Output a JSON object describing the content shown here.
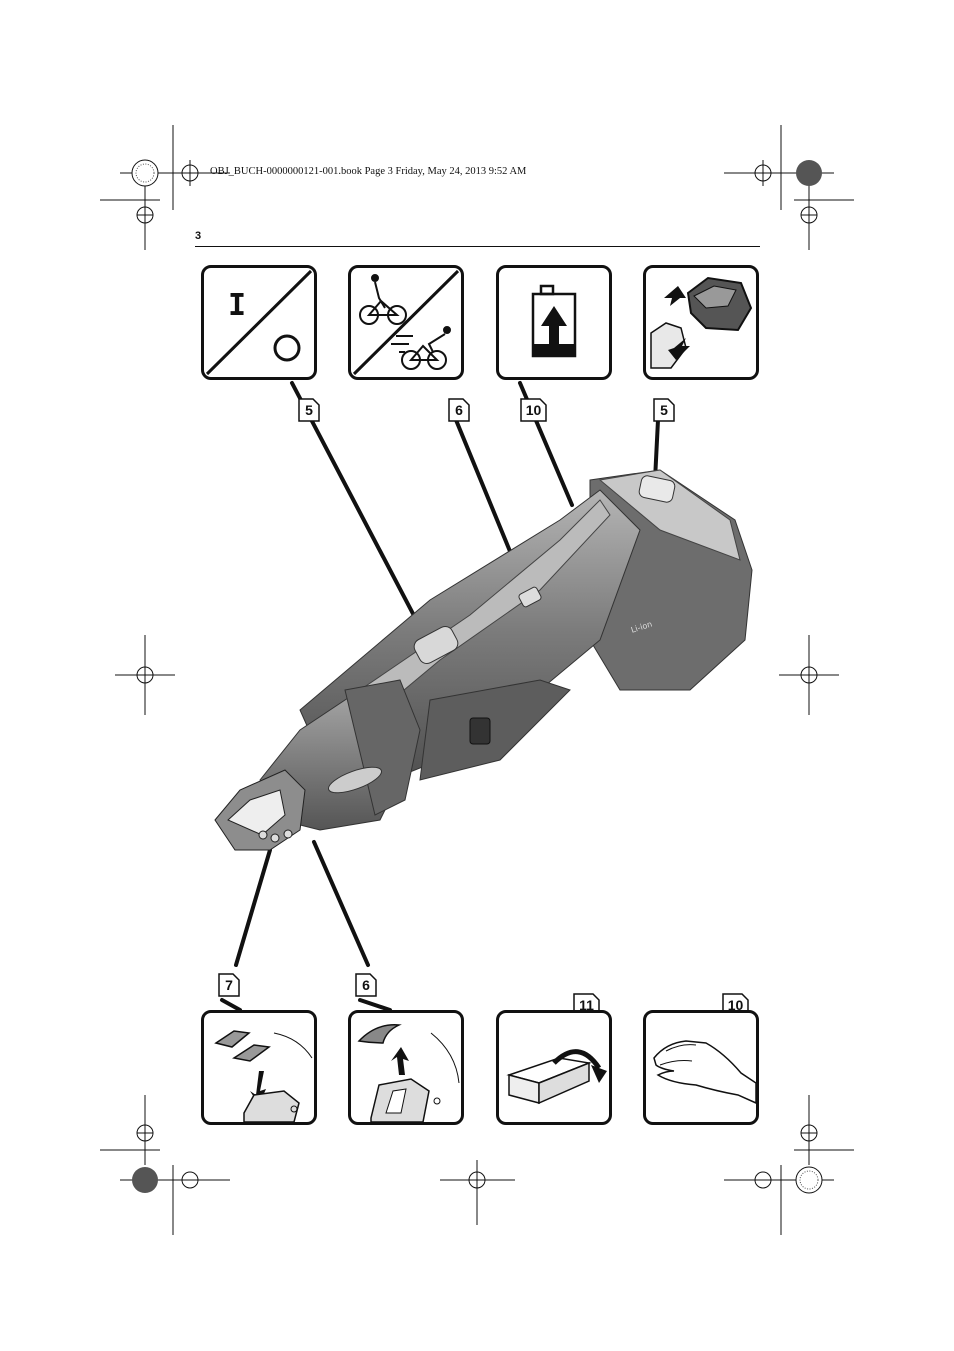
{
  "header": {
    "book_line": "OBJ_BUCH-0000000121-001.book  Page 3  Friday, May 24, 2013  9:52 AM",
    "page_number": "3"
  },
  "top_panels": [
    {
      "id": "on-off",
      "ref": "5",
      "icon": "on-off-switch-icon",
      "on_symbol": "I"
    },
    {
      "id": "speed",
      "ref": "6",
      "icon": "cyclist-speed-icon"
    },
    {
      "id": "battery",
      "ref": "10",
      "icon": "battery-charge-icon"
    },
    {
      "id": "battery-insert",
      "ref": "5",
      "icon": "battery-insert-icon"
    }
  ],
  "bottom_panels": [
    {
      "id": "blade-replace",
      "ref": "7",
      "icon": "blade-replace-icon"
    },
    {
      "id": "cutter-replace",
      "ref": "6",
      "icon": "cutter-replace-icon"
    },
    {
      "id": "packaging",
      "ref": "11",
      "icon": "packaging-open-icon"
    },
    {
      "id": "hand",
      "ref": "10",
      "icon": "hand-icon"
    }
  ],
  "colors": {
    "ink": "#111111",
    "tool_dark": "#555555",
    "tool_mid": "#8a8a8a",
    "tool_light": "#c9c9c9"
  }
}
